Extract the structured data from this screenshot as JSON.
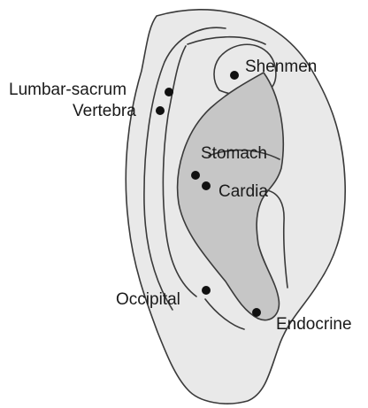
{
  "colors": {
    "ear_skin": "#e9e9e9",
    "concha_shading": "#c6c6c6",
    "outline": "#3a3a3a",
    "point": "#111111",
    "text": "#1a1a1a"
  },
  "labels": {
    "shenmen": "Shenmen",
    "lumbar_sacrum": "Lumbar-sacrum",
    "vertebra": "Vertebra",
    "stomach": "Stomach",
    "cardia": "Cardia",
    "occipital": "Occipital",
    "endocrine": "Endocrine"
  }
}
